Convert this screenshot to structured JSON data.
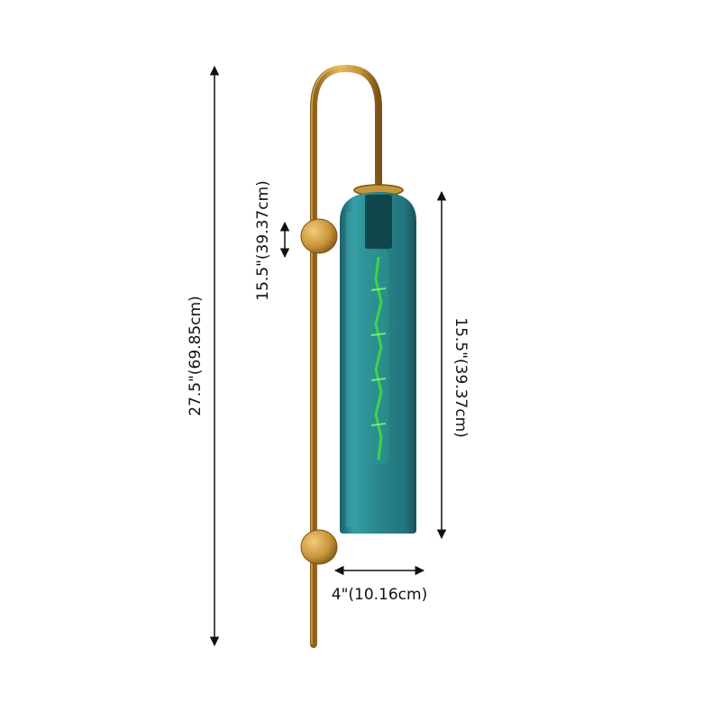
{
  "product": {
    "description": "Wall sconce with brass hook arm and teal glass cylinder shade with filament bulb",
    "colors": {
      "brass": "#c8953a",
      "brass_dark": "#8a5f1c",
      "glass": "#1f7f86",
      "glass_dark": "#0f5058",
      "filament": "#3fd24a",
      "line": "#111111"
    }
  },
  "dimensions": {
    "overall_height": "27.5\"(69.85cm)",
    "mount_spacing": "15.5\"(39.37cm)",
    "shade_height": "15.5\"(39.37cm)",
    "shade_width": "4\"(10.16cm)"
  }
}
